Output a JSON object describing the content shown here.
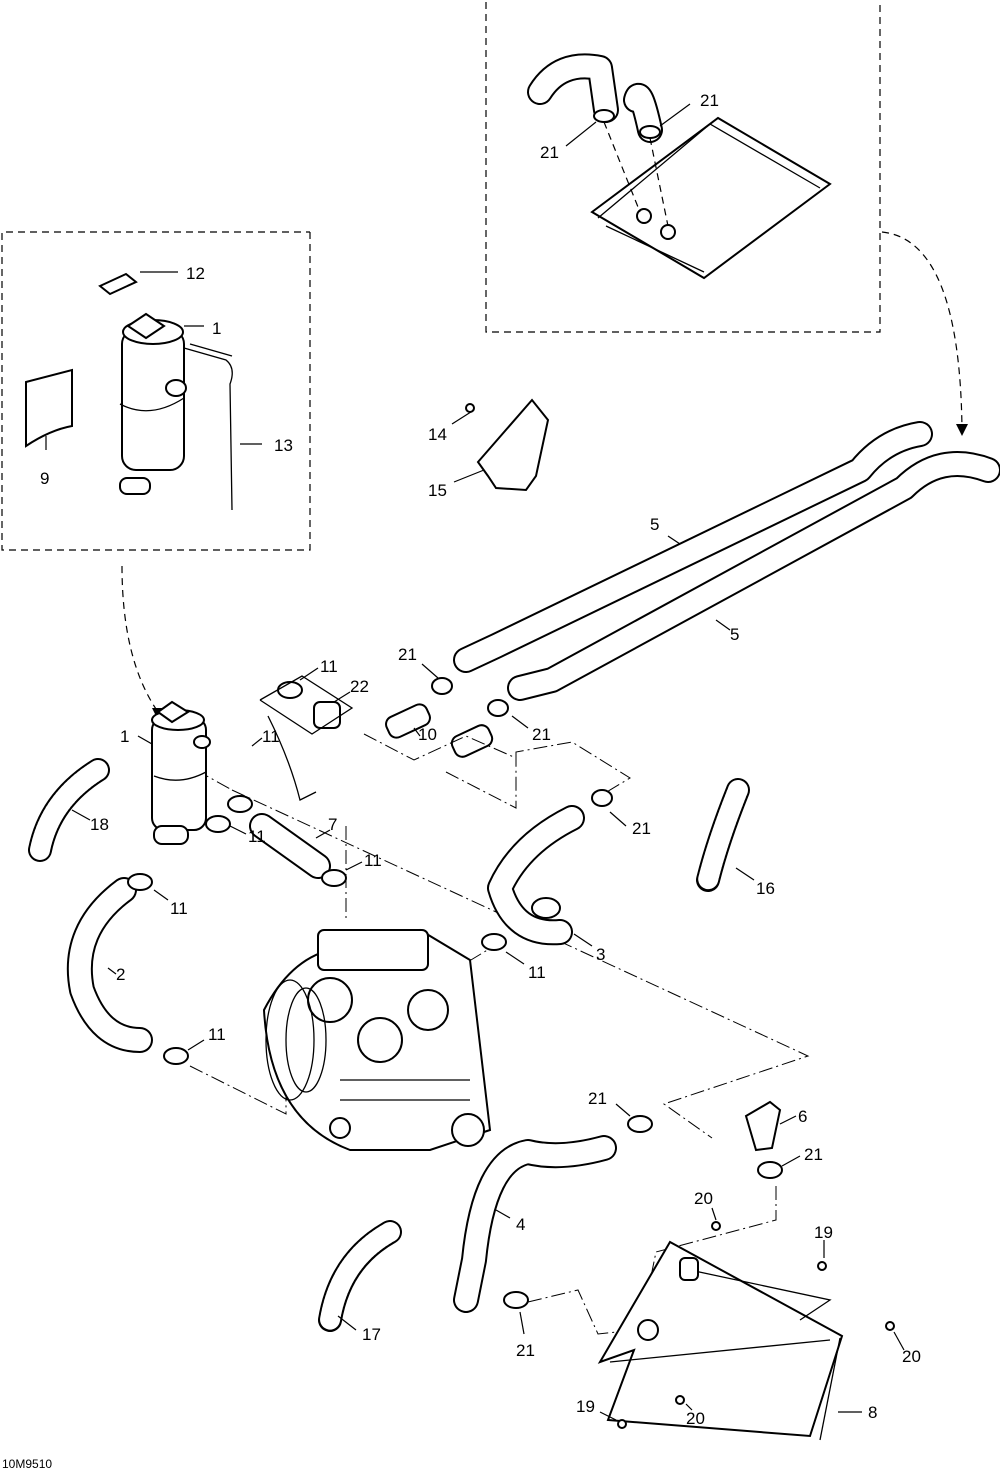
{
  "diagram_code": "10M9510",
  "callouts": {
    "c1_top": "1",
    "c12": "12",
    "c13": "13",
    "c9": "9",
    "c21_ta": "21",
    "c21_tb": "21",
    "c14": "14",
    "c15": "15",
    "c5_a": "5",
    "c5_b": "5",
    "c11_a": "11",
    "c22": "22",
    "c21_m1": "21",
    "c10": "10",
    "c21_m2": "21",
    "c1_main": "1",
    "c11_b": "11",
    "c7": "7",
    "c11_c": "11",
    "c21_m3": "21",
    "c18": "18",
    "c11_d": "11",
    "c11_e": "11",
    "c16": "16",
    "c3": "3",
    "c11_f": "11",
    "c2": "2",
    "c11_g": "11",
    "c21_b1": "21",
    "c6": "6",
    "c21_b2": "21",
    "c4": "4",
    "c20_a": "20",
    "c19_a": "19",
    "c17": "17",
    "c21_b3": "21",
    "c20_b": "20",
    "c19_b": "19",
    "c20_c": "20",
    "c8": "8"
  },
  "icons": {
    "engine": "engine-icon",
    "radiator": "radiator-icon",
    "heat_exchanger": "heat-exchanger-icon",
    "reservoir": "coolant-reservoir-icon"
  }
}
